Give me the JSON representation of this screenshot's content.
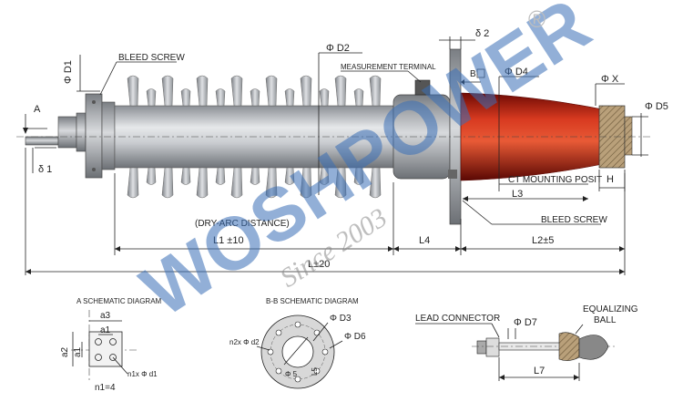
{
  "watermark": {
    "brand": "WOSHPOWER",
    "since": "Since 2003",
    "registered_mark": "®"
  },
  "labels": {
    "bleed_screw_top": "BLEED SCREW",
    "bleed_screw_bottom": "BLEED SCREW",
    "measurement_terminal": "MEASUREMENT TERMINAL",
    "ct_mounting": "CT MOUNTING POSIT",
    "dry_arc": "(DRY-ARC DISTANCE)",
    "lead_connector": "LEAD CONNECTOR",
    "equalizing_ball_1": "EQUALIZING",
    "equalizing_ball_2": "BALL"
  },
  "dimensions": {
    "phi_d1": "Φ D1",
    "phi_d2": "Φ D2",
    "delta2": "δ 2",
    "phi_d4": "Φ D4",
    "phi_x": "Φ X",
    "phi_d5": "Φ D5",
    "a": "A",
    "delta1": "δ 1",
    "b": "B",
    "l3": "L3",
    "h": "H",
    "l1": "L1   ±10",
    "l4": "L4",
    "l2": "L2±5",
    "l_total": "L±20"
  },
  "schematic_a": {
    "title": "A SCHEMATIC DIAGRAM",
    "a3": "a3",
    "a1_top": "a1",
    "a2": "a2",
    "a1_side": "a1",
    "holes": "n1x Φ d1",
    "n1": "n1=4"
  },
  "schematic_bb": {
    "title": "B-B  SCHEMATIC DIAGRAM",
    "d3": "Φ D3",
    "d6": "Φ D6",
    "holes": "n2x Φ d2",
    "d5": "Φ 5",
    "l5": "L5"
  },
  "lead_detail": {
    "d7": "Φ D7",
    "l7": "L7"
  }
}
